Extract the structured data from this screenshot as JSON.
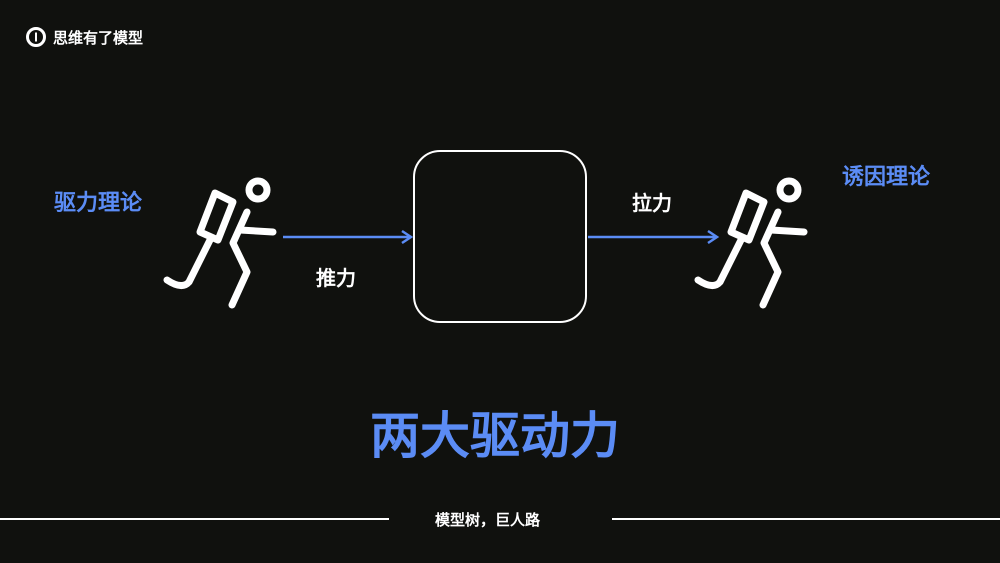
{
  "brand": {
    "name": "思维有了模型",
    "icon": "logo-circle-icon"
  },
  "left_label": "驱力理论",
  "right_label": "诱因理论",
  "push_label": "推力",
  "pull_label": "拉力",
  "title": "两大驱动力",
  "footer": "模型树，巨人路",
  "colors": {
    "accent": "#5b8cf5",
    "background": "#10110e"
  }
}
